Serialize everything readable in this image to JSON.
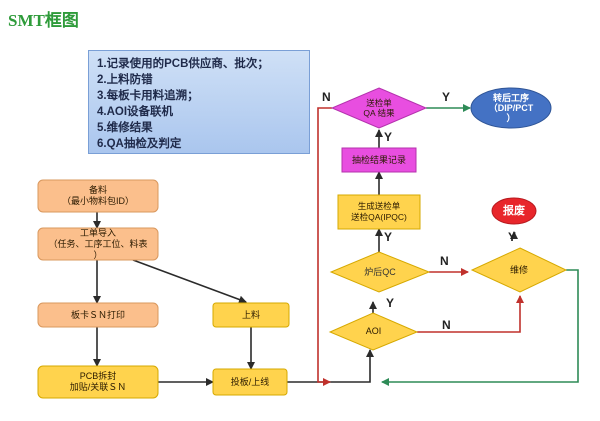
{
  "title": "SMT框图",
  "requirements": [
    "1.记录使用的PCB供应商、批次；",
    "2.上料防错",
    "3.每板卡用料追溯；",
    "4.AOI设备联机",
    "5.维修结果",
    "6.QA抽检及判定"
  ],
  "nodes": {
    "prep": "备料\n（最小物料包ID）",
    "work_order": "工单导入\n（任务、工序工位、料表\n）",
    "sn_print": "板卡ＳＮ打印",
    "pcb_unpack": "PCB拆封\n加贴/关联ＳＮ",
    "loading": "上料",
    "board_feed": "投板/上线",
    "aoi": "AOI",
    "post_oven_qc": "炉后QC",
    "repair": "维修",
    "scrap": "报废",
    "generate_send": "生成送检单\n送检QA(IPQC)",
    "record_result": "抽检结果记录",
    "qa_decision": "送检单\nQA 结果",
    "next_process": "转后工序\n（DIP/PCT\n）"
  },
  "edge_labels": {
    "n_qa": "N",
    "y_qa": "Y",
    "y_record": "Y",
    "n_qc": "N",
    "y_qc": "Y",
    "n_aoi": "N",
    "y_repair": "Y"
  },
  "colors": {
    "title": "#2e9b3a",
    "orange_box": "#fbbf8c",
    "yellow_box": "#ffd34d",
    "magenta_box": "#e84ee0",
    "blue_ellipse": "#4472c4",
    "red_ellipse": "#e8262b",
    "arrow_dark": "#2b2b2b",
    "arrow_red": "#c0312c",
    "arrow_green": "#2e8b57"
  }
}
